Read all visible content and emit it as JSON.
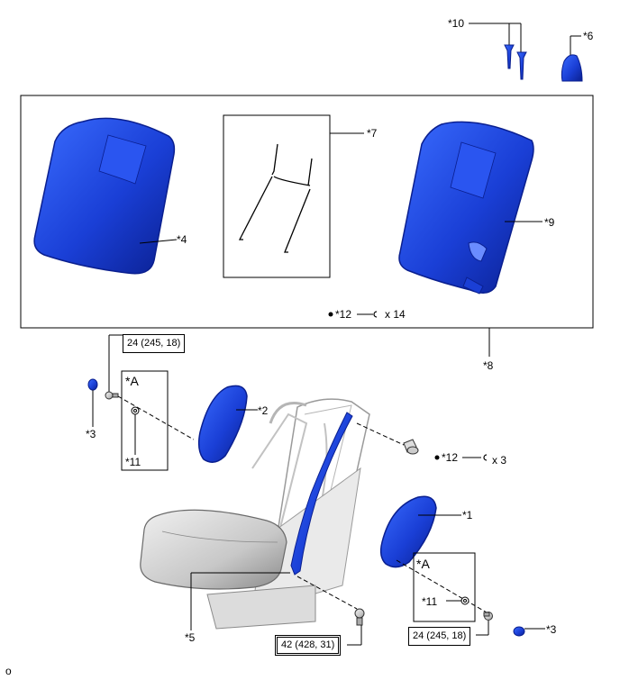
{
  "labels": {
    "p10": "*10",
    "p6": "*6",
    "p7": "*7",
    "p4": "*4",
    "p9": "*9",
    "p12_top": "*12",
    "x14": "x 14",
    "p8": "*8",
    "p3_left": "*3",
    "p11_left": "*11",
    "p2": "*2",
    "p12_right": "*12",
    "x3": "x 3",
    "p1": "*1",
    "p11_right": "*11",
    "p5": "*5",
    "p3_right": "*3",
    "corner": "o"
  },
  "callouts": {
    "left_title": "*A",
    "right_title": "*A"
  },
  "torque": {
    "upper_left": "24 (245, 18)",
    "lower_center": "42 (428, 31)",
    "lower_right": "24 (245, 18)"
  },
  "colors": {
    "part_blue": "#1a3fd6",
    "part_blue_dark": "#0a1f8f",
    "frame_gray": "#c8c8c8"
  }
}
